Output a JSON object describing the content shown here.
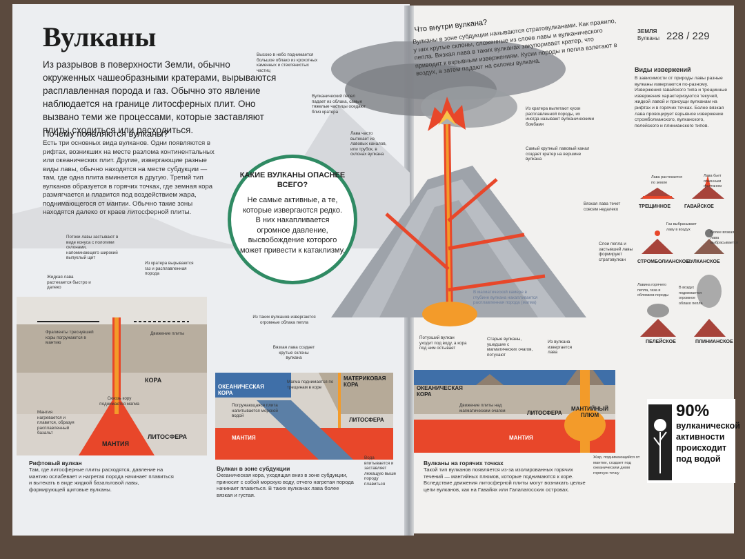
{
  "page": {
    "title": "Вулканы",
    "intro": "Из разрывов в поверхности Земли, обычно окруженных чашеобразными кратерами, вырываются расплавленная порода и газ. Обычно это явление наблюдается на границе литосферных плит. Оно вызвано теми же процессами, которые заставляют плиты сходиться или расходиться.",
    "why_heading": "Почему появляются вулканы?",
    "why_text": "Есть три основных вида вулканов. Одни появляются в рифтах, возникших на месте разлома континентальных или океанических плит. Другие, извергающие разные виды лавы, обычно находятся на месте субдукции — там, где одна плита вминается в другую. Третий тип вулканов образуется в горячих точках, где земная кора размягчается и плавится под воздействием жара, поднимающегося от мантии. Обычно такие зоны находятся далеко от краев литосферной плиты.",
    "section_tag": "ЗЕМЛЯ",
    "section_sub": "Вулканы",
    "page_numbers": "228 / 229"
  },
  "callout": {
    "heading": "КАКИЕ ВУЛКАНЫ ОПАСНЕЕ ВСЕГО?",
    "text": "Не самые активные, а те, которые извергаются редко. В них накапливается огромное давление, высвобождение которого может привести к катаклизму."
  },
  "main_diagram": {
    "heading": "Что внутри вулкана?",
    "text": "Вулканы в зоне субдукции называются стратовулканами. Как правило, у них крутые склоны, сложенные из слоев лавы и вулканического пепла. Вязкая лава в таких вулканах закупоривает кратер, что приводит к взрывным извержениям. Куски породы и пепла взлетают в воздух, а затем падают на склоны вулкана.",
    "labels": {
      "high_sky": "Высоко в небо поднимается большое облако из крохотных каменных и стеклянистых частиц",
      "ash": "Вулканический пепел падает из облака, самые тяжелые частицы оседают близ кратера",
      "lava_channels": "Лава часто вытекает из лавовых каналов, или трубок, в склонах вулкана",
      "bombs": "Из кратера вылетают куски расплавленной породы, их иногда называют вулканическими бомбами",
      "main_vent": "Самый крупный лавовый канал создает кратер на вершине вулкана",
      "viscous": "Вязкая лава течет совсем недалеко",
      "layers": "Слои пепла и застывшей лавы формируют стратовулкан",
      "chamber": "В магматической камере в глубине вулкана накапливается расплавленная порода (магма)"
    }
  },
  "eruption_types": {
    "heading": "Виды извержений",
    "text": "В зависимости от природы лавы разные вулканы извергаются по-разному. Извержения гавайского типа и трещинные извержения характеризуются текучей, жидкой лавой и присущи вулканам на рифтах и в горячих точках. Более вязкая лава провоцирует взрывное извержение стромболианского, вулканского, пелейского и плинианского типов.",
    "types": [
      "ТРЕЩИННОЕ",
      "ГАВАЙСКОЕ",
      "СТРОМБОЛИАНСКОЕ",
      "ВУЛКАНСКОЕ",
      "ПЕЛЕЙСКОЕ",
      "ПЛИНИАНСКОЕ"
    ],
    "notes": {
      "fissure": "Лава растекается по земле",
      "hawaiian": "Лава бьет огненным фонтаном",
      "strombolian": "Газ выбрасывает лаву в воздух",
      "vulcanian": "Более вязкая лава выбрасывается",
      "pelean": "Лавина горячего пепла, газа и обломков породы",
      "plinian": "В воздух поднимается огромное облако пепла"
    }
  },
  "rift": {
    "title": "Рифтовый вулкан",
    "text": "Там, где литосферные плиты расходятся, давление на мантию ослабевает и нагретая порода начинает плавиться и вытекать в виде жидкой базальтовой лавы, формирующей щитовые вулканы.",
    "labels": {
      "shield": "Потоки лавы застывают в виде конуса с пологими склонами, напоминающего широкий выпуклый щит",
      "liquid": "Жидкая лава растекается быстро и далеко",
      "gas": "Из кратера вырываются газ и расплавленная порода",
      "fragments": "Фрагменты треснувшей коры погружаются в мантию",
      "plates": "Движение плиты",
      "crust": "КОРА",
      "through": "Сквозь кору поднимается магма",
      "mantle_heat": "Мантия нагревается и плавится, образуя расплавленный базальт",
      "mantle": "МАНТИЯ",
      "litho": "ЛИТОСФЕРА"
    }
  },
  "subduction": {
    "title": "Вулкан в зоне субдукции",
    "text": "Океаническая кора, уходящая вниз в зоне субдукции, приносит с собой морскую воду, отчего нагретая порода начинает плавиться. В таких вулканах лава более вязкая и густая.",
    "labels": {
      "clouds": "Из таких вулканов извергаются огромные облака пепла",
      "slopes": "Вязкая лава создает крутые склоны вулкана",
      "ocean": "ОКЕАНИЧЕСКАЯ КОРА",
      "cont": "МАТЕРИКОВАЯ КОРА",
      "magma": "Магма поднимается по трещинам в коре",
      "sinking": "Погружающаяся плита напитывается морской водой",
      "litho": "ЛИТОСФЕРА",
      "mantle": "МАНТИЯ",
      "water": "Вода впитывается и заставляет лежащую выше породу плавиться"
    }
  },
  "hotspot": {
    "title": "Вулканы на горячих точках",
    "text": "Такой тип вулканов появляется из-за изолированных горячих течений — мантийных плюмов, которые поднимаются к коре. Вследствие движения литосферной плиты могут возникать целые цепи вулканов, как на Гавайях или Галапагосских островах.",
    "labels": {
      "seamount": "Потухший вулкан уходит под воду, а кора под ним остывает",
      "old": "Старые вулканы, ушедшие с магматических очагов, потухают",
      "erupts": "Из вулкана извергается лава",
      "ocean": "ОКЕАНИЧЕСКАЯ КОРА",
      "move": "Движение плиты над магматическим очагом",
      "litho": "ЛИТОСФЕРА",
      "plume": "МАНТИЙНЫЙ ПЛЮМ",
      "mantle": "МАНТИЯ",
      "heat": "Жар, поднимающийся от мантии, создает под океаническим дном горячую точку"
    }
  },
  "fact": {
    "percent": "90%",
    "line1": "вулканической",
    "line2": "активности",
    "line3": "происходит",
    "line4": "под водой"
  },
  "colors": {
    "accent_green": "#2f8a63",
    "lava": "#e8472a",
    "magma": "#f39b2a"
  }
}
